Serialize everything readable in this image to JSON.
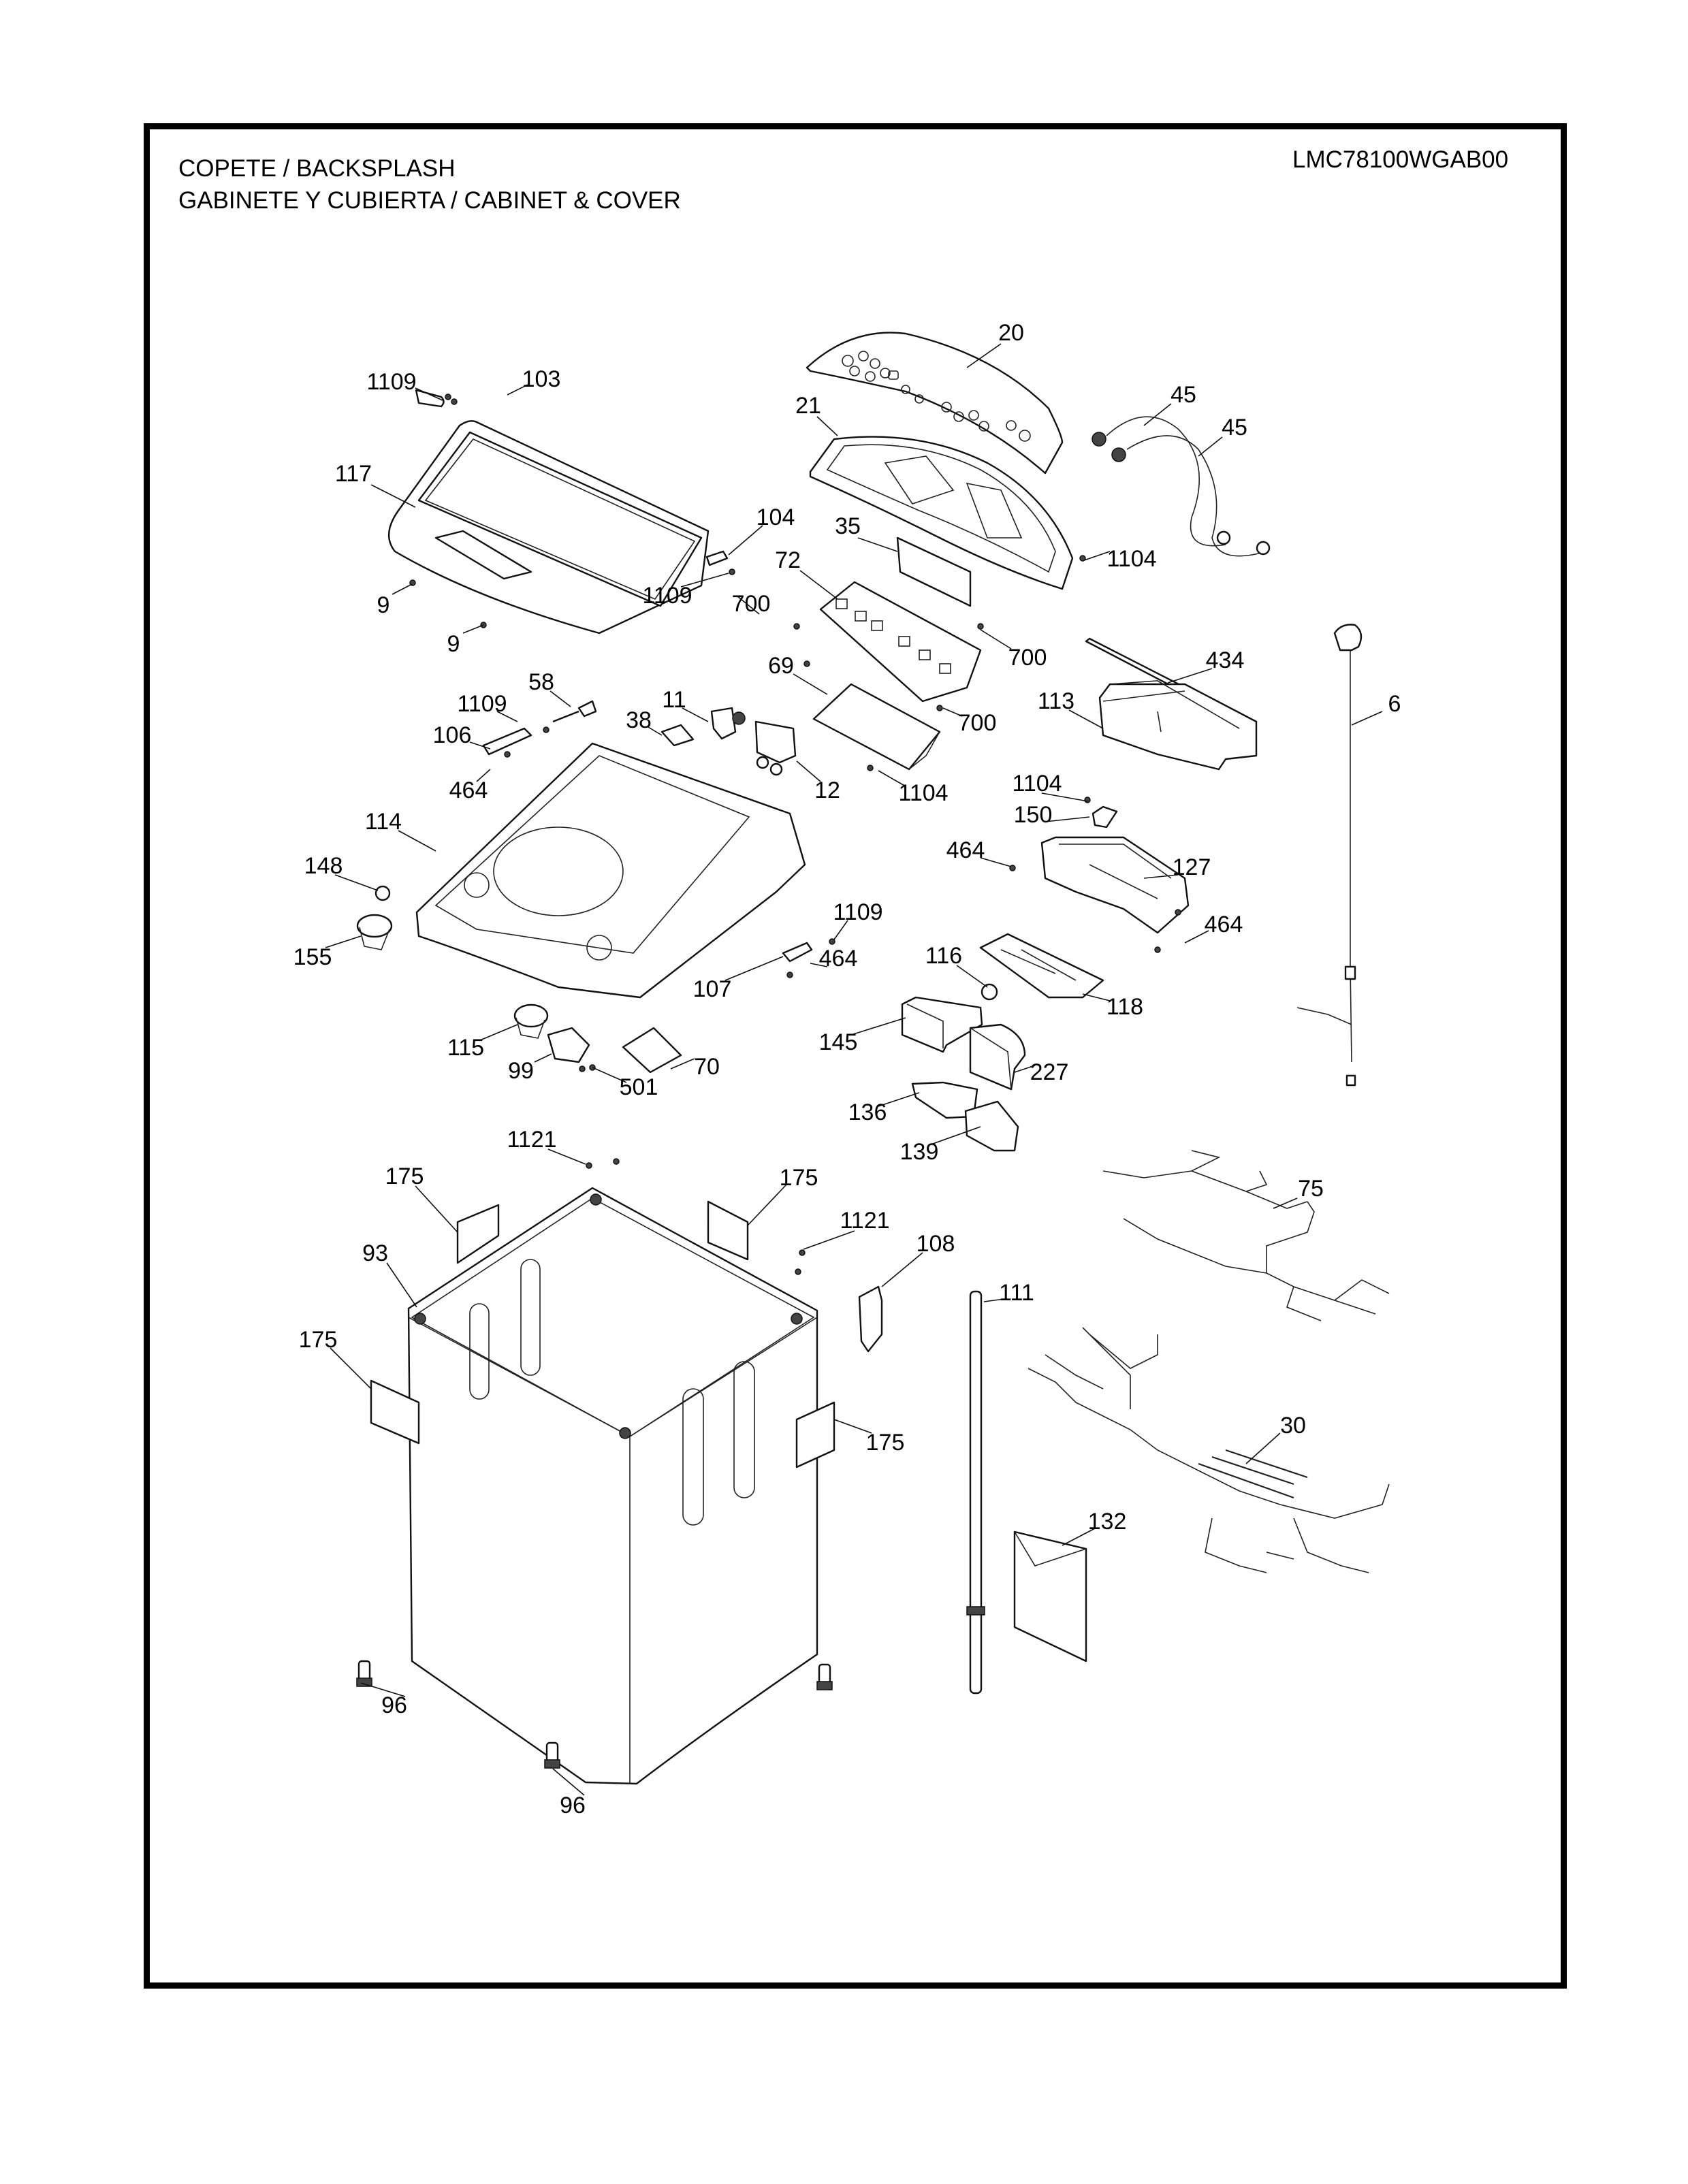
{
  "header": {
    "title_line1": "COPETE / BACKSPLASH",
    "title_line2": "GABINETE Y CUBIERTA / CABINET & COVER",
    "model_number": "LMC78100WGAB00"
  },
  "diagram": {
    "callouts": [
      {
        "id": "c20",
        "label": "20"
      },
      {
        "id": "c1109a",
        "label": "1109"
      },
      {
        "id": "c103",
        "label": "103"
      },
      {
        "id": "c21",
        "label": "21"
      },
      {
        "id": "c45a",
        "label": "45"
      },
      {
        "id": "c45b",
        "label": "45"
      },
      {
        "id": "c117",
        "label": "117"
      },
      {
        "id": "c104",
        "label": "104"
      },
      {
        "id": "c35",
        "label": "35"
      },
      {
        "id": "c1104a",
        "label": "1104"
      },
      {
        "id": "c72",
        "label": "72"
      },
      {
        "id": "c9a",
        "label": "9"
      },
      {
        "id": "c1109b",
        "label": "1109"
      },
      {
        "id": "c700a",
        "label": "700"
      },
      {
        "id": "c9b",
        "label": "9"
      },
      {
        "id": "c700b",
        "label": "700"
      },
      {
        "id": "c434",
        "label": "434"
      },
      {
        "id": "c69",
        "label": "69"
      },
      {
        "id": "c58",
        "label": "58"
      },
      {
        "id": "c1109c",
        "label": "1109"
      },
      {
        "id": "c11",
        "label": "11"
      },
      {
        "id": "c113",
        "label": "113"
      },
      {
        "id": "c6",
        "label": "6"
      },
      {
        "id": "c700c",
        "label": "700"
      },
      {
        "id": "c38",
        "label": "38"
      },
      {
        "id": "c106",
        "label": "106"
      },
      {
        "id": "c12",
        "label": "12"
      },
      {
        "id": "c1104b",
        "label": "1104"
      },
      {
        "id": "c464a",
        "label": "464"
      },
      {
        "id": "c1104c",
        "label": "1104"
      },
      {
        "id": "c150",
        "label": "150"
      },
      {
        "id": "c114",
        "label": "114"
      },
      {
        "id": "c464b",
        "label": "464"
      },
      {
        "id": "c127",
        "label": "127"
      },
      {
        "id": "c148",
        "label": "148"
      },
      {
        "id": "c1109d",
        "label": "1109"
      },
      {
        "id": "c464c",
        "label": "464"
      },
      {
        "id": "c155",
        "label": "155"
      },
      {
        "id": "c116",
        "label": "116"
      },
      {
        "id": "c464d",
        "label": "464"
      },
      {
        "id": "c107",
        "label": "107"
      },
      {
        "id": "c118",
        "label": "118"
      },
      {
        "id": "c145",
        "label": "145"
      },
      {
        "id": "c115",
        "label": "115"
      },
      {
        "id": "c227",
        "label": "227"
      },
      {
        "id": "c99",
        "label": "99"
      },
      {
        "id": "c70",
        "label": "70"
      },
      {
        "id": "c501",
        "label": "501"
      },
      {
        "id": "c136",
        "label": "136"
      },
      {
        "id": "c139",
        "label": "139"
      },
      {
        "id": "c1121a",
        "label": "1121"
      },
      {
        "id": "c175a",
        "label": "175"
      },
      {
        "id": "c175b",
        "label": "175"
      },
      {
        "id": "c75",
        "label": "75"
      },
      {
        "id": "c1121b",
        "label": "1121"
      },
      {
        "id": "c108",
        "label": "108"
      },
      {
        "id": "c93",
        "label": "93"
      },
      {
        "id": "c111",
        "label": "111"
      },
      {
        "id": "c175c",
        "label": "175"
      },
      {
        "id": "c30",
        "label": "30"
      },
      {
        "id": "c175d",
        "label": "175"
      },
      {
        "id": "c132",
        "label": "132"
      },
      {
        "id": "c96a",
        "label": "96"
      },
      {
        "id": "c96b",
        "label": "96"
      }
    ]
  }
}
